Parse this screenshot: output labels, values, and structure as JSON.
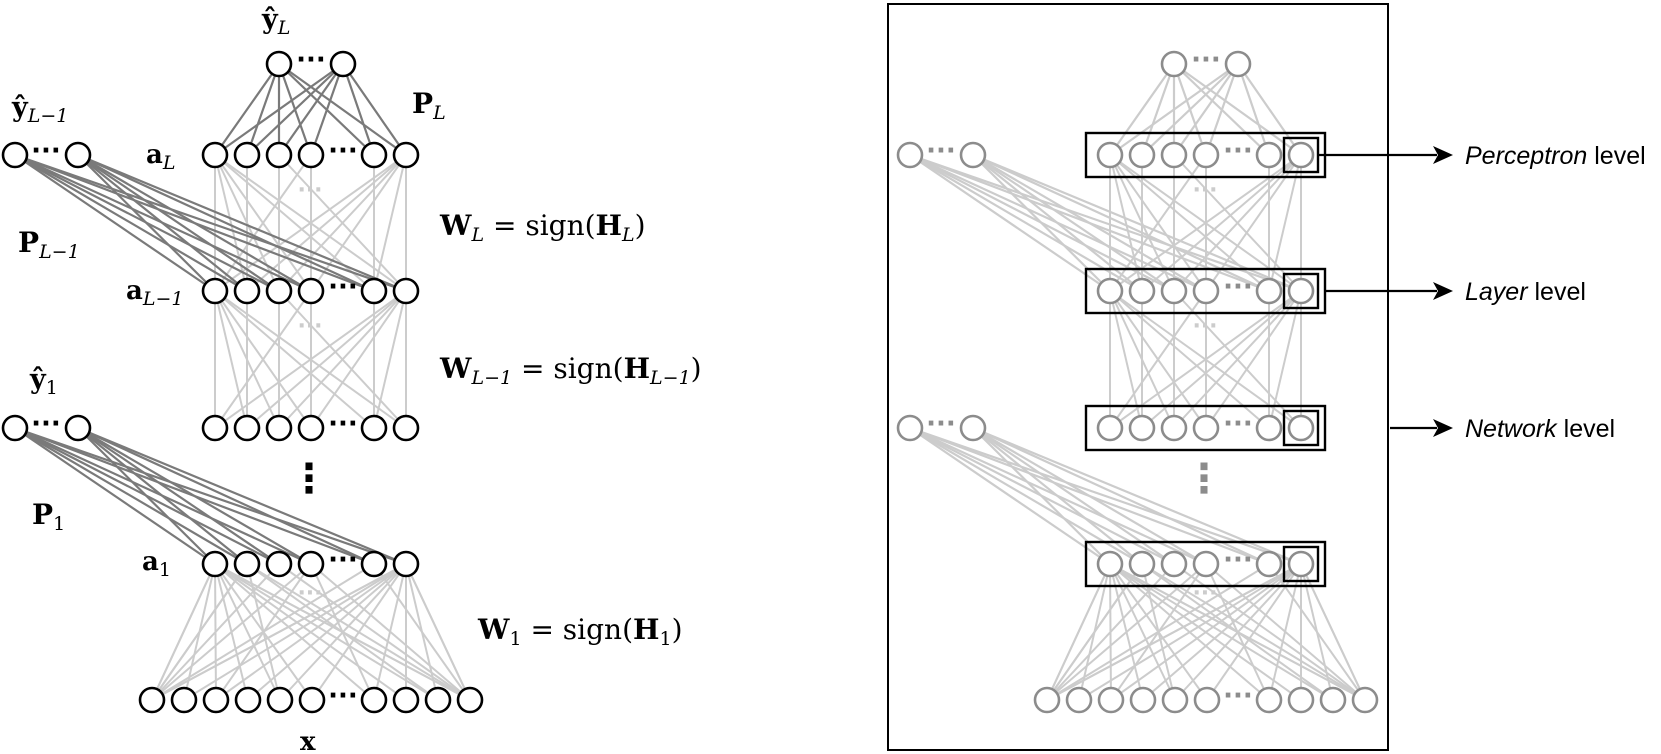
{
  "left_panel": {
    "labels": {
      "y_hat_L": {
        "main": "ŷ",
        "sub": "L"
      },
      "y_hat_Lm1": {
        "main": "ŷ",
        "sub": "L−1"
      },
      "y_hat_1": {
        "main": "ŷ",
        "sub": "1"
      },
      "P_L": {
        "main": "P",
        "sub": "L"
      },
      "P_Lm1": {
        "main": "P",
        "sub": "L−1"
      },
      "P_1": {
        "main": "P",
        "sub": "1"
      },
      "a_L": {
        "main": "a",
        "sub": "L"
      },
      "a_Lm1": {
        "main": "a",
        "sub": "L−1"
      },
      "a_1": {
        "main": "a",
        "sub": "1"
      },
      "x": "x"
    },
    "equations": {
      "W_L": {
        "w": "W",
        "wsub": "L",
        "eq": " = sign(",
        "h": "H",
        "hsub": "L",
        "close": ")"
      },
      "W_Lm1": {
        "w": "W",
        "wsub": "L−1",
        "eq": " = sign(",
        "h": "H",
        "hsub": "L−1",
        "close": ")"
      },
      "W_1": {
        "w": "W",
        "wsub": "1",
        "eq": " = sign(",
        "h": "H",
        "hsub": "1",
        "close": ")"
      }
    },
    "ellipsis": "···",
    "vertical_ellipsis": "⋮"
  },
  "right_panel": {
    "levels": [
      {
        "italic": "Perceptron",
        "rest": " level"
      },
      {
        "italic": "Layer",
        "rest": " level"
      },
      {
        "italic": "Network",
        "rest": " level"
      }
    ],
    "ellipsis": "···",
    "vertical_ellipsis": "⋮"
  },
  "colors": {
    "node_stroke_left": "#000000",
    "node_stroke_right": "#8c8c8c",
    "edge_dark": "#7a7a7a",
    "edge_light": "#cccccc",
    "box_stroke": "#000000"
  }
}
